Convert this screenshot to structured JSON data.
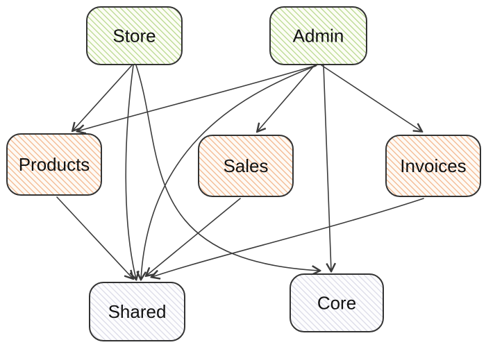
{
  "diagram": {
    "type": "flowchart-top-down",
    "title": "",
    "nodes": [
      {
        "id": "store",
        "label": "Store",
        "style": "green"
      },
      {
        "id": "admin",
        "label": "Admin",
        "style": "green"
      },
      {
        "id": "products",
        "label": "Products",
        "style": "orange"
      },
      {
        "id": "sales",
        "label": "Sales",
        "style": "orange"
      },
      {
        "id": "invoices",
        "label": "Invoices",
        "style": "orange"
      },
      {
        "id": "shared",
        "label": "Shared",
        "style": "gray"
      },
      {
        "id": "core",
        "label": "Core",
        "style": "gray"
      }
    ],
    "edges": [
      {
        "from": "store",
        "to": "products"
      },
      {
        "from": "store",
        "to": "shared"
      },
      {
        "from": "store",
        "to": "core"
      },
      {
        "from": "admin",
        "to": "products"
      },
      {
        "from": "admin",
        "to": "sales"
      },
      {
        "from": "admin",
        "to": "invoices"
      },
      {
        "from": "admin",
        "to": "shared"
      },
      {
        "from": "admin",
        "to": "core"
      },
      {
        "from": "products",
        "to": "shared"
      },
      {
        "from": "sales",
        "to": "shared"
      },
      {
        "from": "invoices",
        "to": "shared"
      }
    ],
    "colors": {
      "green_hatch": "#b4d687",
      "green_base": "#fcfdf5",
      "orange_hatch": "#f2b286",
      "orange_base": "#fefaf5",
      "gray_hatch": "#d9d9e6",
      "gray_base": "#fdfdfe",
      "node_border": "#333333",
      "edge_stroke": "#3b3b3b",
      "label_color": "#111111",
      "background": "#ffffff"
    }
  }
}
